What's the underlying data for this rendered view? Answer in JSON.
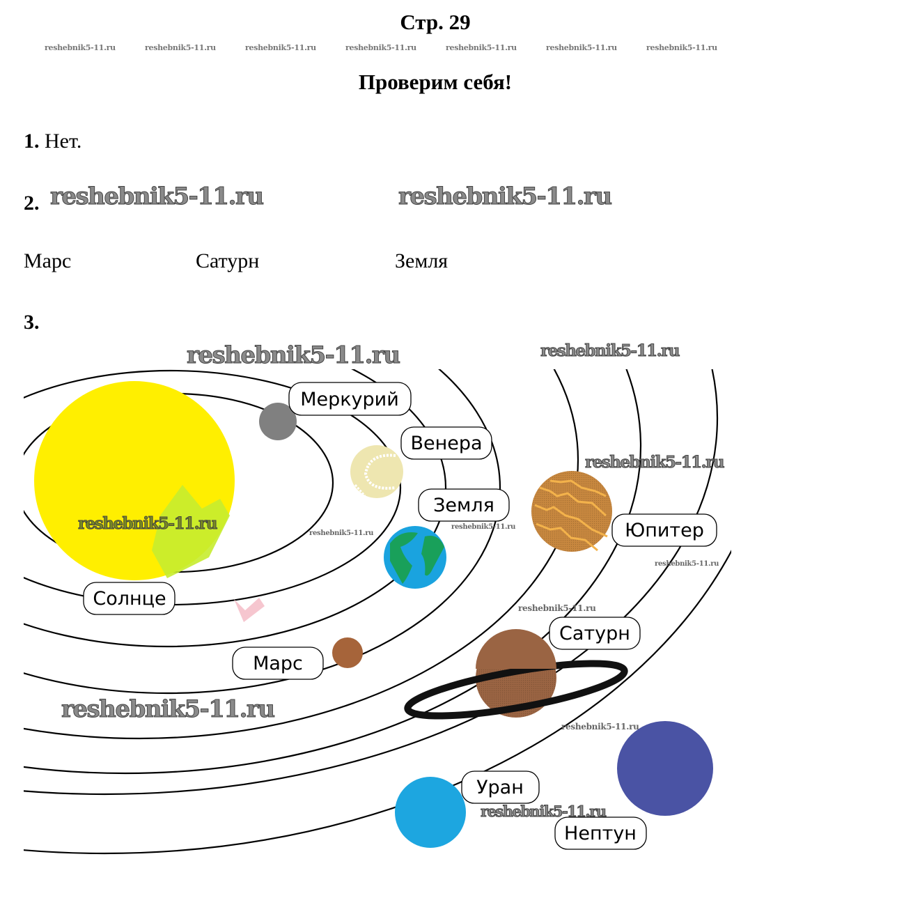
{
  "header": {
    "page_label": "Стр. 29",
    "section_title": "Проверим себя!"
  },
  "watermark": {
    "text": "reshebnik5-11.ru",
    "top_row": [
      "reshebnik5-11.ru",
      "reshebnik5-11.ru",
      "reshebnik5-11.ru",
      "reshebnik5-11.ru",
      "reshebnik5-11.ru",
      "reshebnik5-11.ru",
      "reshebnik5-11.ru"
    ]
  },
  "questions": [
    {
      "number": "1.",
      "answer": "Нет."
    },
    {
      "number": "2.",
      "answers": [
        "Марс",
        "Сатурн",
        "Земля"
      ]
    },
    {
      "number": "3."
    }
  ],
  "diagram": {
    "title": "Солнечная система",
    "sun": {
      "label": "Солнце",
      "color": "#FFEF00"
    },
    "planets": [
      {
        "label": "Меркурий",
        "color": "#808080"
      },
      {
        "label": "Венера",
        "color": "#EEE6B0"
      },
      {
        "label": "Земля",
        "color": "#1AA3DF",
        "land_color": "#19A05A"
      },
      {
        "label": "Марс",
        "color": "#A6643A"
      },
      {
        "label": "Юпитер",
        "color": "#C7873F",
        "band_color": "#F3B24B"
      },
      {
        "label": "Сатурн",
        "color": "#9A6443",
        "ring_color": "#111111"
      },
      {
        "label": "Уран",
        "color": "#1DA6E0"
      },
      {
        "label": "Нептун",
        "color": "#4A53A4"
      }
    ]
  }
}
